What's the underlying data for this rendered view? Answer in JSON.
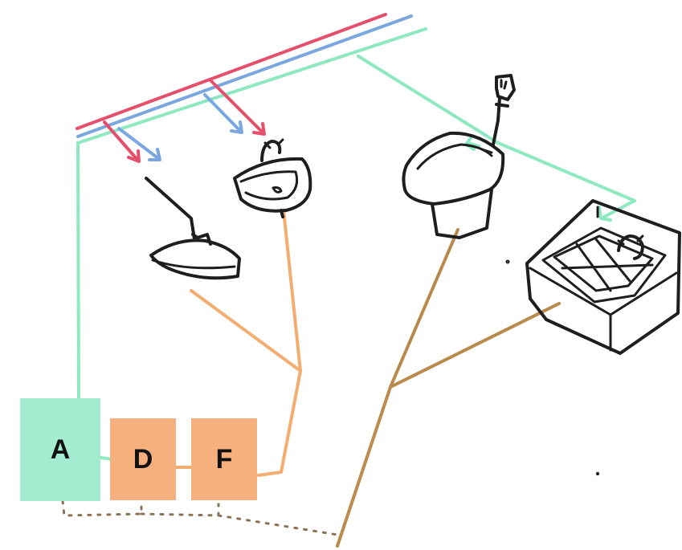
{
  "boxes": {
    "a": {
      "label": "A",
      "color": "#a3ecd0"
    },
    "d": {
      "label": "D",
      "color": "#f6b07e"
    },
    "f": {
      "label": "F",
      "color": "#f6b07e"
    }
  },
  "pipe_colors": {
    "hot": "#e4506c",
    "cold": "#7aa7e0",
    "supply": "#8ee8c0",
    "grey_drain": "#f2ad70",
    "black_drain": "#b98a4c",
    "ground_line": "#8a7256",
    "ink": "#1e1e1e"
  },
  "fixtures": [
    "shower-head",
    "washbasin",
    "toilet",
    "laundry-sink"
  ]
}
